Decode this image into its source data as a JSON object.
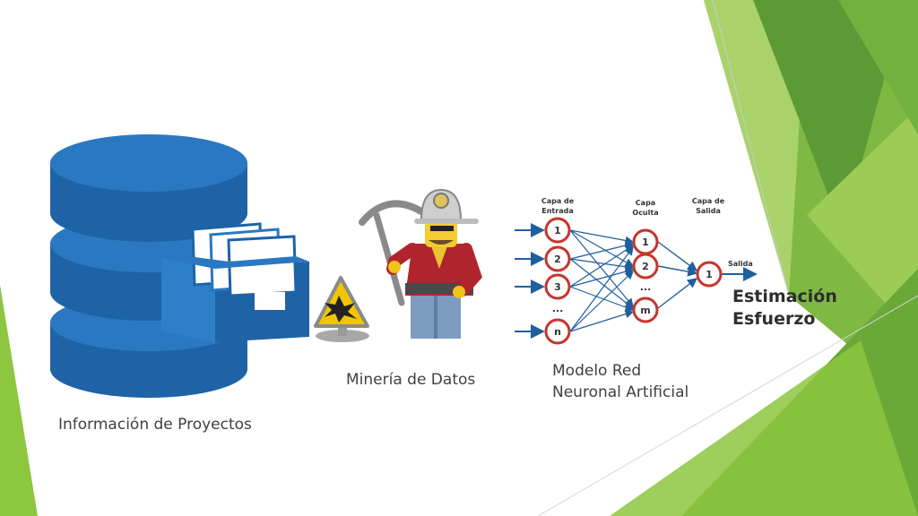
{
  "captions": {
    "database": "Información de Proyectos",
    "mining": "Minería de Datos",
    "network_line1": "Modelo Red",
    "network_line2": "Neuronal Artificial",
    "result_line1": "Estimación",
    "result_line2": "Esfuerzo"
  },
  "network": {
    "input_header_1": "Capa de",
    "input_header_2": "Entrada",
    "hidden_header_1": "Capa",
    "hidden_header_2": "Oculta",
    "output_header_1": "Capa de",
    "output_header_2": "Salida",
    "output_label": "Salida",
    "input_nodes": [
      "1",
      "2",
      "3",
      "n"
    ],
    "hidden_nodes": [
      "1",
      "2",
      "m"
    ],
    "output_nodes": [
      "1"
    ],
    "ellipsis": "..."
  },
  "icons": {
    "database": "database-icon",
    "miner": "miner-figure",
    "warning": "explosive-warning-icon"
  },
  "colors": {
    "database_blue": "#1e63a6",
    "node_red": "#c8342c",
    "arrow_blue": "#1f5f9e",
    "green_light": "#8dc63f",
    "green_dark": "#5b9a35"
  }
}
